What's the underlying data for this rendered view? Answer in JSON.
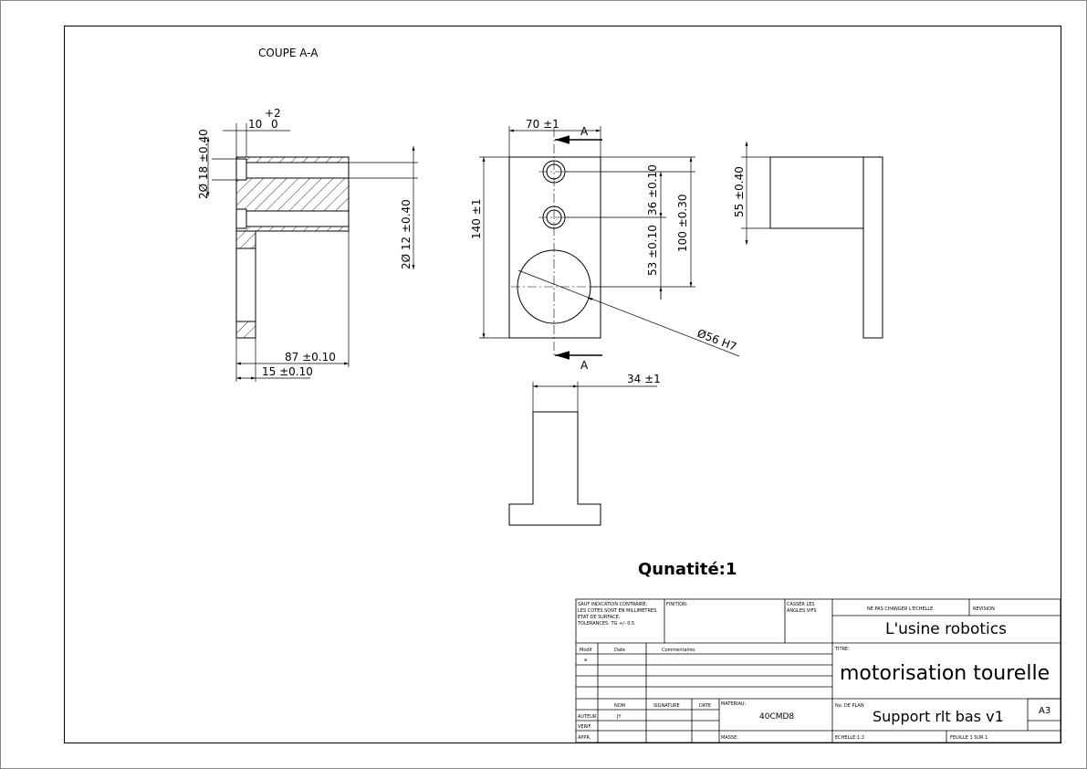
{
  "section_label": "COUPE A-A",
  "section_marker": "A",
  "dims": {
    "tol_plus": "+2",
    "depth_10": "10",
    "tol_zero": "0",
    "dia18": "2Ø 18 ±0.40",
    "dia12": "2Ø 12 ±0.40",
    "l87": "87 ±0.10",
    "l15": "15 ±0.10",
    "w70": "70 ±1",
    "h140": "140 ±1",
    "d36": "36 ±0.10",
    "d53": "53 ±0.10",
    "d100": "100 ±0.30",
    "dia56": "Ø56 H7",
    "d55": "55 ±0.40",
    "w34": "34 ±1"
  },
  "quantity": "Qunatité:1",
  "title_block": {
    "notes": [
      "SAUF INDICATION CONTRAIRE:",
      "LES COTES SONT EN MILLIMETRES",
      "ETAT DE SURFACE:",
      "TOLERANCES: TG +/- 0.5"
    ],
    "finition": "FINITION:",
    "casser": [
      "CASSER LES",
      "ANGLES VIFS"
    ],
    "ne_pas": "NE PAS CHANGER L'ECHELLE",
    "revision": "REVISION",
    "company": "L'usine robotics",
    "modif": "Modif",
    "date_h": "Date",
    "commentaires": "Commentaires",
    "rev_a": "a",
    "titre": "TITRE:",
    "title": "motorisation tourelle",
    "nom": "NOM",
    "signature": "SIGNATURE",
    "date": "DATE",
    "materiau_label": "MATERIAU:",
    "materiau": "40CMD8",
    "auteur": "AUTEUR",
    "auteur_val": "JY",
    "verif": "VERIF.",
    "appr": "APPR.",
    "masse": "MASSE:",
    "no_plan": "No. DE PLAN",
    "plan_name": "Support rlt bas v1",
    "format": "A3",
    "echelle": "ECHELLE:1:2",
    "feuille": "FEUILLE 1 SUR 1"
  }
}
